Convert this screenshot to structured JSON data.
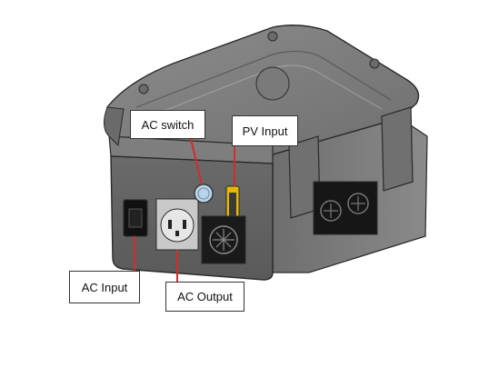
{
  "diagram": {
    "callouts": {
      "ac_switch": "AC switch",
      "pv_input": "PV Input",
      "ac_input": "AC Input",
      "ac_output": "AC Output"
    },
    "colors": {
      "case_body": "#7b7b7b",
      "case_dark": "#4a4a4a",
      "case_light": "#a3a3a3",
      "outline": "#2a2a2a",
      "leader_line": "#d62b2b",
      "pv_connector": "#e8b800",
      "switch_button": "#b9d3e8"
    }
  }
}
